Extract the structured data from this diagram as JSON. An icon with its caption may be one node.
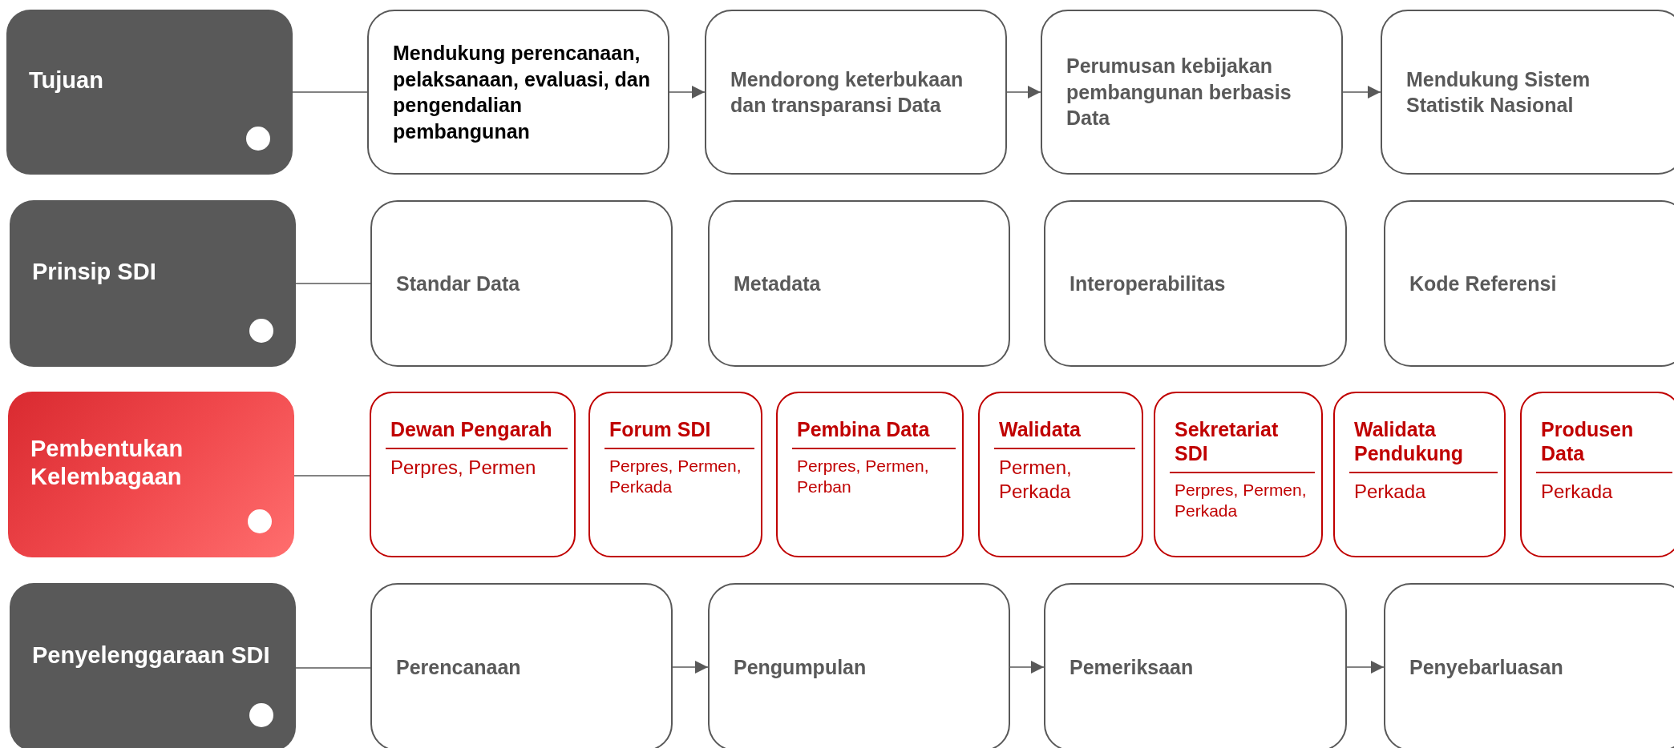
{
  "diagram": {
    "nodes": [
      {
        "text": [
          "Tujuan"
        ]
      },
      {
        "text": [
          "Mendukung perencanaan, pelaksanaan, evaluasi, dan pengendalian pembangunan"
        ]
      },
      {
        "text": [
          "Mendorong keterbukaan dan transparansi Data"
        ]
      },
      {
        "text": [
          "Perumusan kebijakan pembangunan berbasis Data"
        ]
      },
      {
        "text": [
          "Mendukung Sistem Statistik Nasional"
        ]
      },
      {
        "text": [
          "Prinsip SDI"
        ]
      },
      {
        "text": [
          "Standar Data"
        ]
      },
      {
        "text": [
          "Metadata"
        ]
      },
      {
        "text": [
          "Interoperabilitas"
        ]
      },
      {
        "text": [
          "Kode Referensi"
        ]
      },
      {
        "text": [
          "Pembentukan Kelembagaan"
        ]
      },
      {
        "text": [
          "Dewan Pengarah",
          "Perpres, Permen"
        ]
      },
      {
        "text": [
          "Forum SDI",
          "Perpres, Permen, Perkada"
        ]
      },
      {
        "text": [
          "Pembina Data",
          "Perpres, Permen, Perban"
        ]
      },
      {
        "text": [
          "Walidata",
          "Permen, Perkada"
        ]
      },
      {
        "text": [
          "Sekretariat SDI",
          "Perpres, Permen, Perkada"
        ]
      },
      {
        "text": [
          "Walidata Pendukung",
          "Perkada"
        ]
      },
      {
        "text": [
          "Produsen Data",
          "Perkada"
        ]
      },
      {
        "text": [
          "Penyelenggaraan SDI"
        ]
      },
      {
        "text": [
          "Perencanaan"
        ]
      },
      {
        "text": [
          "Pengumpulan"
        ]
      },
      {
        "text": [
          "Pemeriksaan"
        ]
      },
      {
        "text": [
          "Penyebarluasan"
        ]
      }
    ],
    "edges": [
      {
        "from": 0,
        "to": 1,
        "arrow": "none"
      },
      {
        "from": 1,
        "to": 2,
        "arrow": "to"
      },
      {
        "from": 2,
        "to": 3,
        "arrow": "to"
      },
      {
        "from": 3,
        "to": 4,
        "arrow": "to"
      },
      {
        "from": 5,
        "to": 6,
        "arrow": "none"
      },
      {
        "from": 10,
        "to": 11,
        "arrow": "none"
      },
      {
        "from": 18,
        "to": 19,
        "arrow": "none"
      },
      {
        "from": 19,
        "to": 20,
        "arrow": "to"
      },
      {
        "from": 20,
        "to": 21,
        "arrow": "to"
      },
      {
        "from": 21,
        "to": 22,
        "arrow": "to"
      }
    ]
  }
}
